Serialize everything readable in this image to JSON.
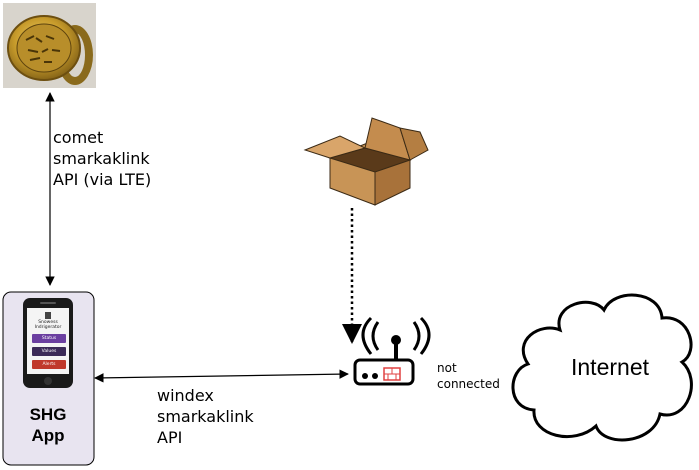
{
  "phone": {
    "title": "SHG\nApp",
    "screen_header": "Snowess\nIndrigerator",
    "buttons": [
      {
        "label": "Status",
        "color": "#6b3fa0"
      },
      {
        "label": "Values",
        "color": "#3b2a57"
      },
      {
        "label": "Alerts",
        "color": "#c0392b"
      }
    ]
  },
  "links": {
    "comet": "comet\nsmarkaklink\nAPI (via LTE)",
    "windex": "windex\nsmarkaklink\nAPI"
  },
  "router": {
    "status": "not\nconnected"
  },
  "cloud": {
    "label": "Internet"
  },
  "colors": {
    "phone_bg": "#e8e4f0",
    "ring_gold": "#c9a227",
    "box_brown": "#a0703a",
    "router_red": "#e04040"
  },
  "icons": [
    "signet-ring-icon",
    "cardboard-box-icon",
    "router-icon",
    "cloud-icon",
    "phone-icon"
  ]
}
